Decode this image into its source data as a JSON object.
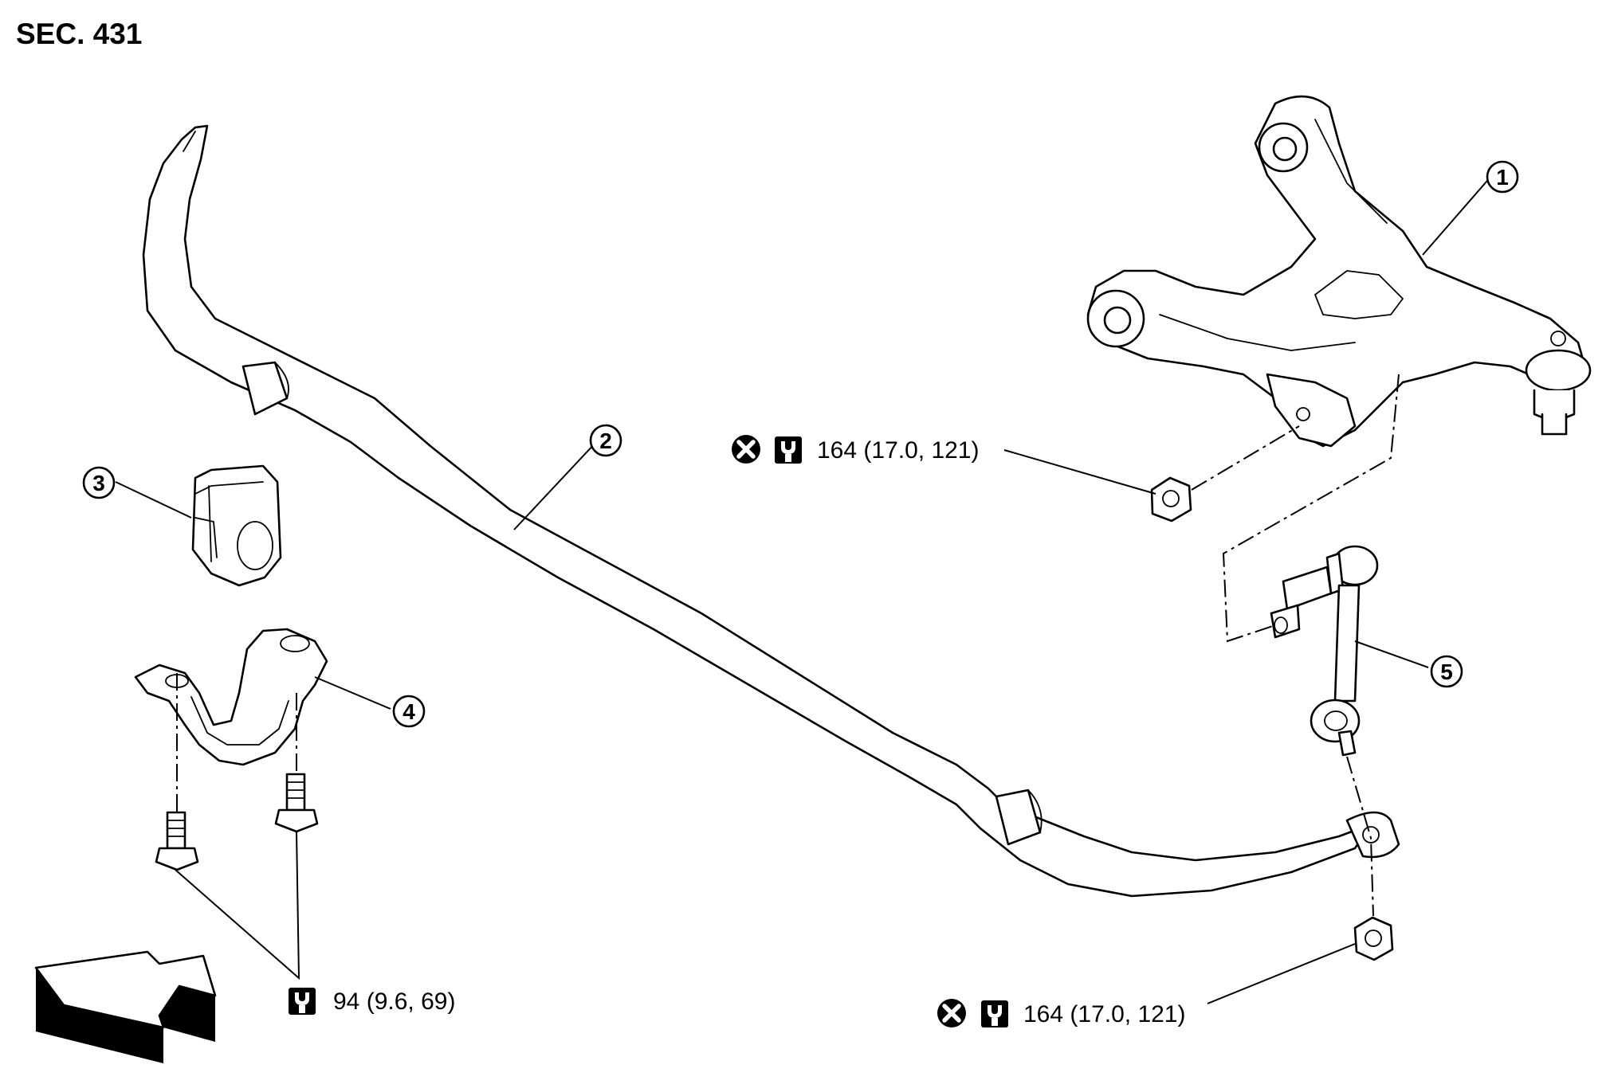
{
  "section_label": "SEC. 431",
  "callouts": [
    {
      "id": "upper-link",
      "number": "1"
    },
    {
      "id": "stabilizer-bar",
      "number": "2"
    },
    {
      "id": "bushing",
      "number": "3"
    },
    {
      "id": "clamp",
      "number": "4"
    },
    {
      "id": "connecting-rod",
      "number": "5"
    }
  ],
  "torque_specs": {
    "upper_nut": "164 (17.0, 121)",
    "lower_nut": "164 (17.0, 121)",
    "clamp_bolts": "94 (9.6, 69)"
  },
  "icons": {
    "non_reusable": "x-circle-icon",
    "torque": "torque-wrench-icon",
    "front": "front-direction-arrow-icon"
  },
  "colors": {
    "line": "#000000",
    "fill": "#ffffff"
  }
}
